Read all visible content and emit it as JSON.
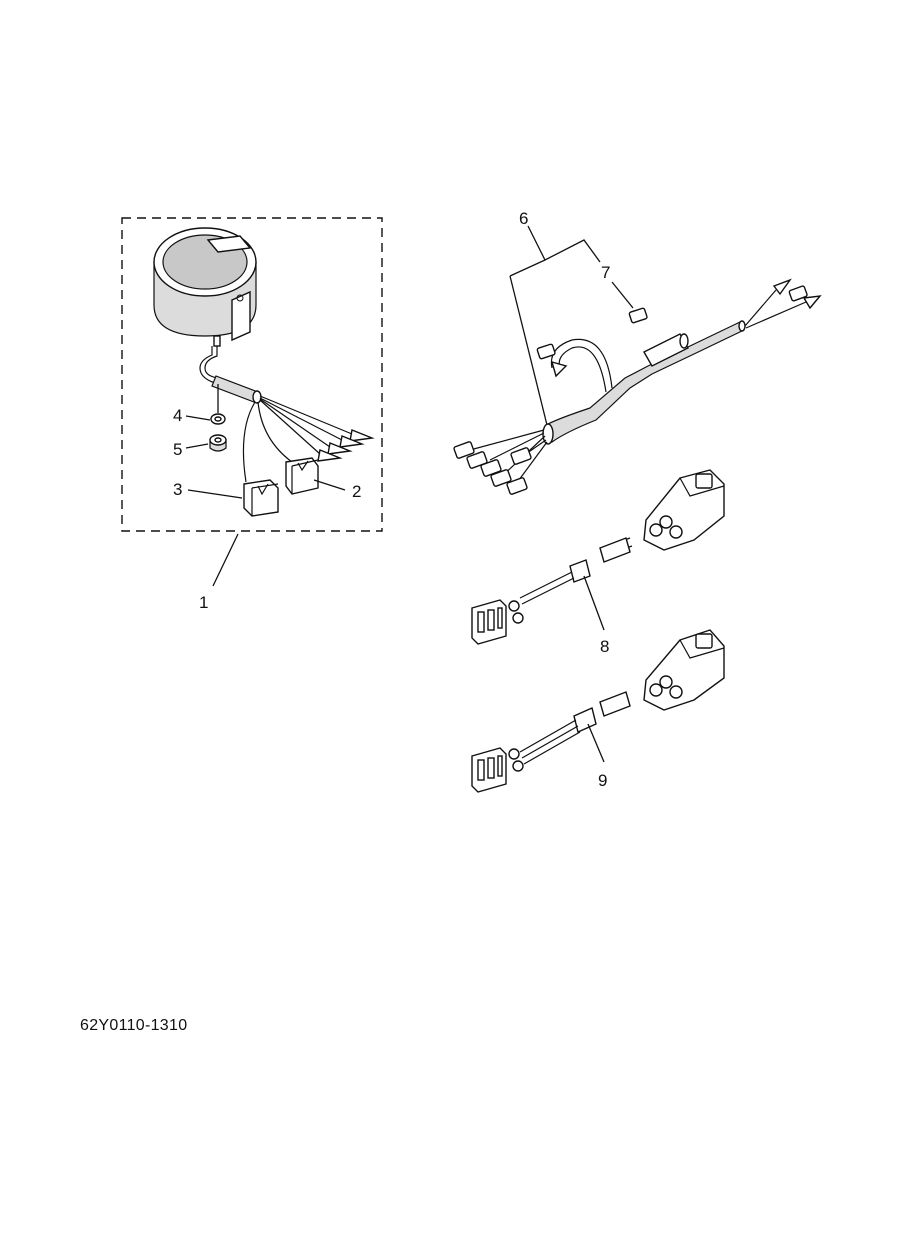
{
  "diagram": {
    "part_code": "62Y0110-1310",
    "callouts": [
      {
        "id": "1",
        "text": "1"
      },
      {
        "id": "2",
        "text": "2"
      },
      {
        "id": "3",
        "text": "3"
      },
      {
        "id": "4",
        "text": "4"
      },
      {
        "id": "5",
        "text": "5"
      },
      {
        "id": "6",
        "text": "6"
      },
      {
        "id": "7",
        "text": "7"
      },
      {
        "id": "8",
        "text": "8"
      },
      {
        "id": "9",
        "text": "9"
      }
    ]
  }
}
